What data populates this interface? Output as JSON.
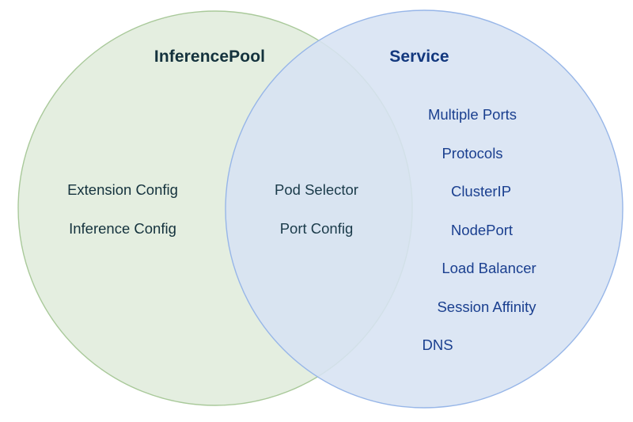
{
  "diagram": {
    "type": "venn",
    "title": "",
    "background_color": "#ffffff",
    "sets": [
      {
        "id": "inference-pool",
        "label": "InferencePool",
        "fill_color": "#e4eee0",
        "stroke_color": "#a9c99a",
        "label_color": "#14323d",
        "text_color": "#14323d",
        "items": [
          "Extension Config",
          "Inference Config"
        ]
      },
      {
        "id": "service",
        "label": "Service",
        "fill_color": "#d7e2f3",
        "stroke_color": "#97b6e8",
        "label_color": "#13387e",
        "text_color": "#1a3f8f",
        "items": [
          "Multiple Ports",
          "Protocols",
          "ClusterIP",
          "NodePort",
          "Load Balancer",
          "Session Affinity",
          "DNS"
        ]
      }
    ],
    "intersection": {
      "id": "shared",
      "fill_color": "#d6e4dc",
      "text_color": "#1b3b4a",
      "items": [
        "Pod Selector",
        "Port Config"
      ]
    }
  }
}
